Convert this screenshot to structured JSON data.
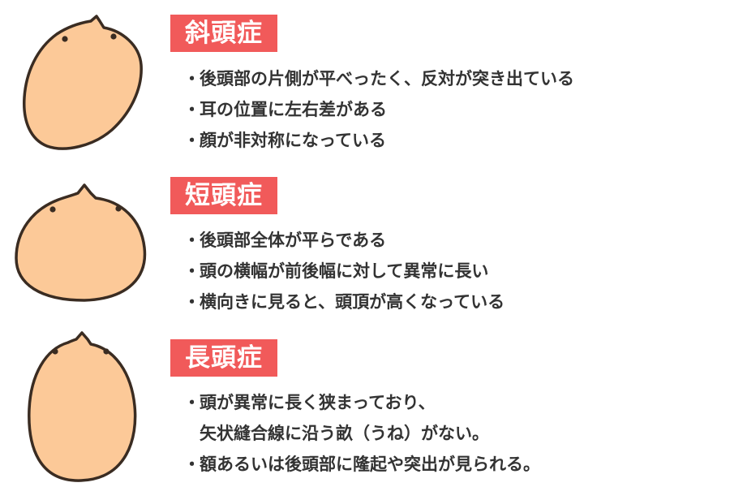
{
  "colors": {
    "tag_background": "#f15a5a",
    "tag_text": "#ffffff",
    "head_fill": "#fcc998",
    "head_outline": "#3a2c22",
    "body_text": "#333333"
  },
  "sections": [
    {
      "title": "斜頭症",
      "illustration": "oblique-head-icon",
      "bullets": [
        {
          "text": "後頭部の片側が平べったく、反対が突き出ている"
        },
        {
          "text": "耳の位置に左右差がある"
        },
        {
          "text": "顔が非対称になっている"
        }
      ]
    },
    {
      "title": "短頭症",
      "illustration": "short-wide-head-icon",
      "bullets": [
        {
          "text": "後頭部全体が平らである"
        },
        {
          "text": "頭の横幅が前後幅に対して異常に長い"
        },
        {
          "text": "横向きに見ると、頭頂が高くなっている"
        }
      ]
    },
    {
      "title": "長頭症",
      "illustration": "long-narrow-head-icon",
      "bullets": [
        {
          "text": "頭が異常に長く狭まっており、",
          "text_cont": "矢状縫合線に沿う畝（うね）がない。"
        },
        {
          "text": "額あるいは後頭部に隆起や突出が見られる。"
        }
      ]
    }
  ],
  "bullet_mark": "・"
}
